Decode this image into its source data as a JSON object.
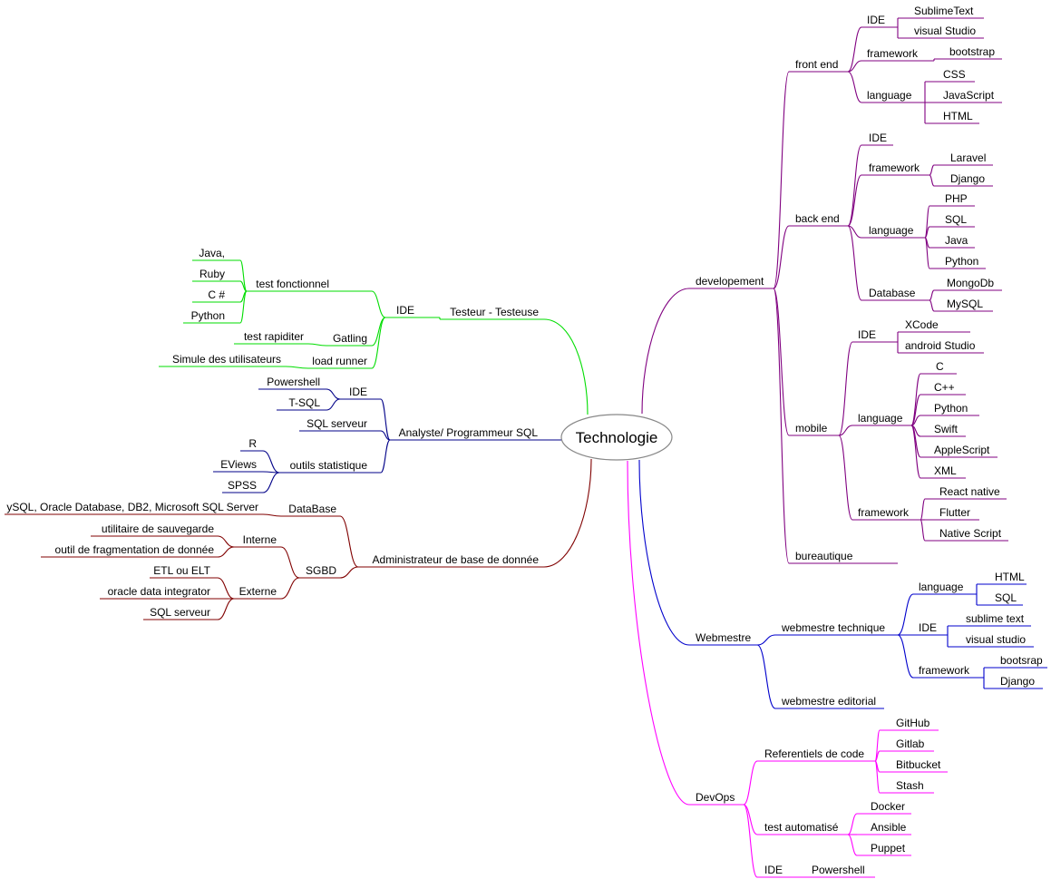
{
  "root": {
    "label": "Technologie"
  },
  "colors": {
    "developement": "#800080",
    "webmestre": "#0000cc",
    "devops": "#ff00ff",
    "testeur": "#00dd00",
    "analyste": "#000088",
    "admin": "#800000",
    "root_fill": "#ffffff",
    "root_stroke": "#888888"
  },
  "nodes": {
    "dev": "developement",
    "fe": "front end",
    "fe_ide": "IDE",
    "fe_ide_st": "SublimeText",
    "fe_ide_vs": "visual Studio",
    "fe_fw": "framework",
    "fe_fw_bs": "bootstrap",
    "fe_lang": "language",
    "fe_lang_css": "CSS",
    "fe_lang_js": "JavaScript",
    "fe_lang_html": "HTML",
    "be": "back end",
    "be_ide": "IDE",
    "be_fw": "framework",
    "be_fw_lar": "Laravel",
    "be_fw_dj": "Django",
    "be_lang": "language",
    "be_lang_php": "PHP",
    "be_lang_sql": "SQL",
    "be_lang_java": "Java",
    "be_lang_py": "Python",
    "be_db": "Database",
    "be_db_mongo": "MongoDb",
    "be_db_mysql": "MySQL",
    "mob": "mobile",
    "mob_ide": "IDE",
    "mob_ide_xc": "XCode",
    "mob_ide_as": "android Studio",
    "mob_lang": "language",
    "mob_c": "C",
    "mob_cpp": "C++",
    "mob_py": "Python",
    "mob_swift": "Swift",
    "mob_as": "AppleScript",
    "mob_xml": "XML",
    "mob_fw": "framework",
    "mob_rn": "React native",
    "mob_fl": "Flutter",
    "mob_ns": "Native Script",
    "bur": "bureautique",
    "web": "Webmestre",
    "wt": "webmestre technique",
    "wt_lang": "language",
    "wt_html": "HTML",
    "wt_sql": "SQL",
    "wt_ide": "IDE",
    "wt_st": "sublime text",
    "wt_vs": "visual studio",
    "wt_fw": "framework",
    "wt_bs": "bootsrap",
    "wt_dj": "Django",
    "we": "webmestre editorial",
    "devops": "DevOps",
    "ref": "Referentiels de code",
    "ref_gh": "GitHub",
    "ref_gl": "Gitlab",
    "ref_bb": "Bitbucket",
    "ref_st": "Stash",
    "ta": "test automatisé",
    "ta_dk": "Docker",
    "ta_an": "Ansible",
    "ta_pp": "Puppet",
    "dop_ide": "IDE",
    "dop_ps": "Powershell",
    "tst": "Testeur - Testeuse",
    "tst_ide": "IDE",
    "tf": "test fonctionnel",
    "tf_java": "Java,",
    "tf_ruby": "Ruby",
    "tf_cs": "C #",
    "tf_py": "Python",
    "gat": "Gatling",
    "gat_tr": "test rapiditer",
    "lr": "load runner",
    "lr_sim": "Simule des utilisateurs",
    "ana": "Analyste/ Programmeur SQL",
    "ana_ide": "IDE",
    "ana_ps": "Powershell",
    "ana_tsql": "T-SQL",
    "ana_sqls": "SQL serveur",
    "ana_os": "outils statistique",
    "ana_r": "R",
    "ana_ev": "EViews",
    "ana_spss": "SPSS",
    "adm": "Administrateur de base de donnée",
    "adm_db": "DataBase",
    "adm_db_list": "ySQL, Oracle Database, DB2, Microsoft SQL Server",
    "sgbd": "SGBD",
    "int": "Interne",
    "int_sauv": "utilitaire de sauvegarde",
    "int_frag": "outil de fragmentation de donnée",
    "ext": "Externe",
    "ext_etl": "ETL ou ELT",
    "ext_odi": "oracle data integrator",
    "ext_sql": "SQL serveur"
  }
}
